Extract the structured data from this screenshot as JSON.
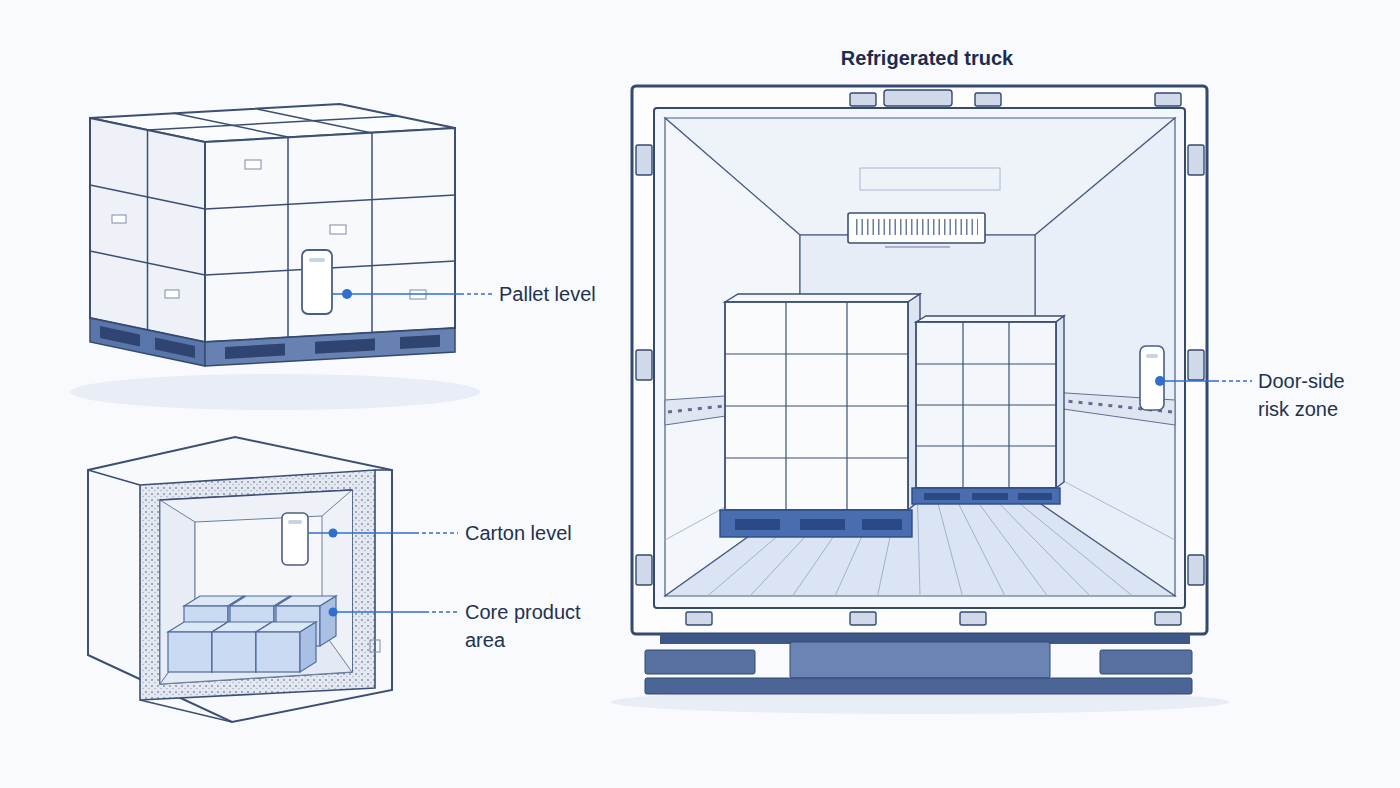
{
  "diagram": {
    "title": "Refrigerated truck",
    "labels": [
      "Pallet level",
      "Carton level",
      "Core product area",
      "Door-side risk zone"
    ]
  }
}
